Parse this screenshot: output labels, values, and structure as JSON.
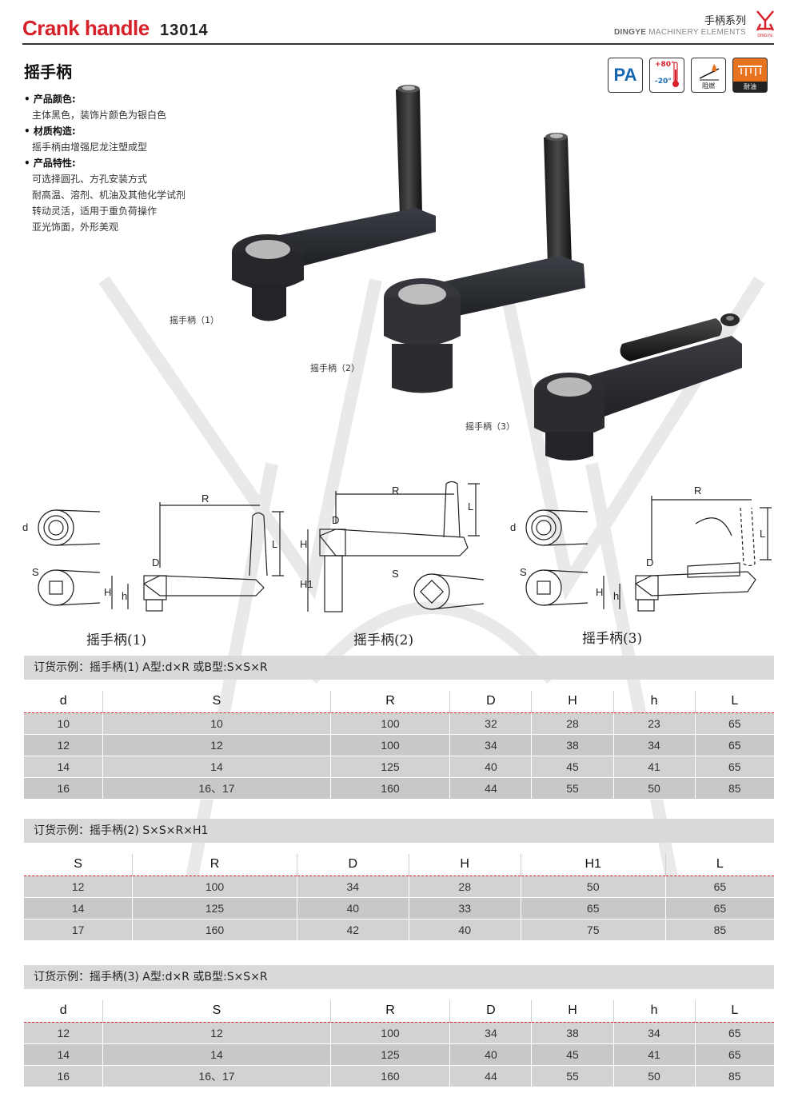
{
  "header": {
    "title": "Crank handle",
    "code": "13014",
    "series": "手柄系列",
    "brand_bold": "DINGYE",
    "brand_rest": "MACHINERY ELEMENTS",
    "logo_text": "DINGYE"
  },
  "product": {
    "name": "摇手柄",
    "features": [
      {
        "heading": "产品颜色:",
        "lines": [
          "主体黑色，装饰片颜色为银白色"
        ]
      },
      {
        "heading": "材质构造:",
        "lines": [
          "摇手柄由增强尼龙注塑成型"
        ]
      },
      {
        "heading": "产品特性:",
        "lines": [
          "可选择圆孔、方孔安装方式",
          "耐高温、溶剂、机油及其他化学试剂",
          "转动灵活，适用于重负荷操作",
          "亚光饰面，外形美观"
        ]
      }
    ]
  },
  "badges": {
    "pa": "PA",
    "temp_high": "+80°",
    "temp_low": "-20°",
    "flame": "阻燃",
    "oil": "耐油"
  },
  "photos": {
    "label1": "摇手柄（1）",
    "label2": "摇手柄（2）",
    "label3": "摇手柄（3）"
  },
  "drawings": {
    "caption1": "摇手柄(1)",
    "caption2": "摇手柄(2)",
    "caption3": "摇手柄(3)",
    "dims": {
      "d": "d",
      "s": "S",
      "r": "R",
      "l": "L",
      "big_d": "D",
      "h": "H",
      "small_h": "h",
      "h1": "H1"
    }
  },
  "tables": [
    {
      "order_text": "订货示例：摇手柄(1) A型:d×R 或B型:S×S×R",
      "headers": [
        "d",
        "S",
        "R",
        "D",
        "H",
        "h",
        "L"
      ],
      "rows": [
        [
          "10",
          "10",
          "100",
          "32",
          "28",
          "23",
          "65"
        ],
        [
          "12",
          "12",
          "100",
          "34",
          "38",
          "34",
          "65"
        ],
        [
          "14",
          "14",
          "125",
          "40",
          "45",
          "41",
          "65"
        ],
        [
          "16",
          "16、17",
          "160",
          "44",
          "55",
          "50",
          "85"
        ]
      ]
    },
    {
      "order_text": "订货示例：摇手柄(2) S×S×R×H1",
      "headers": [
        "S",
        "R",
        "D",
        "H",
        "H1",
        "L"
      ],
      "rows": [
        [
          "12",
          "100",
          "34",
          "28",
          "50",
          "65"
        ],
        [
          "14",
          "125",
          "40",
          "33",
          "65",
          "65"
        ],
        [
          "17",
          "160",
          "42",
          "40",
          "75",
          "85"
        ]
      ]
    },
    {
      "order_text": "订货示例：摇手柄(3) A型:d×R 或B型:S×S×R",
      "headers": [
        "d",
        "S",
        "R",
        "D",
        "H",
        "h",
        "L"
      ],
      "rows": [
        [
          "12",
          "12",
          "100",
          "34",
          "38",
          "34",
          "65"
        ],
        [
          "14",
          "14",
          "125",
          "40",
          "45",
          "41",
          "65"
        ],
        [
          "16",
          "16、17",
          "160",
          "44",
          "55",
          "50",
          "85"
        ]
      ]
    }
  ]
}
